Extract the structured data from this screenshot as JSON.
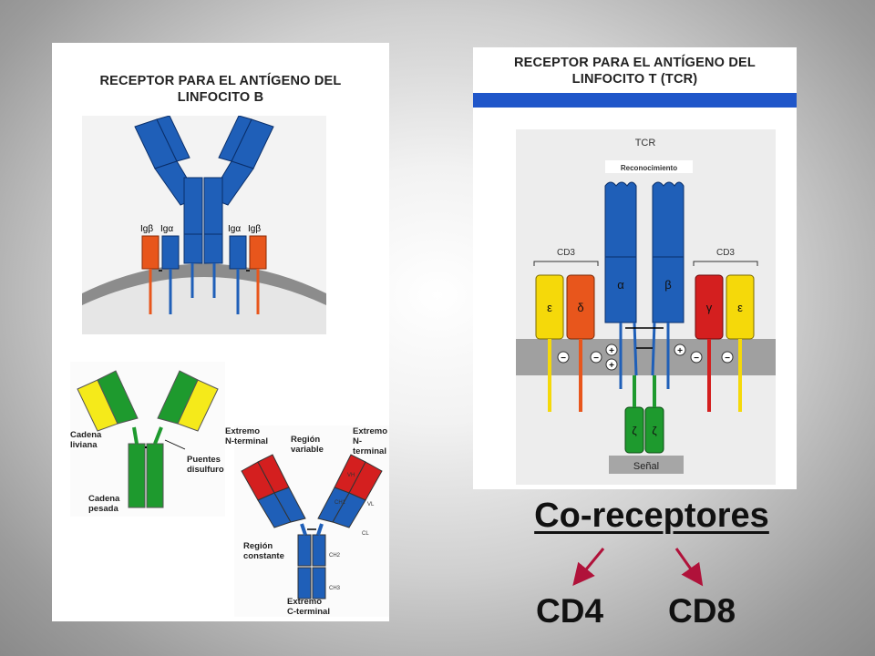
{
  "bcr": {
    "title_line1": "RECEPTOR PARA EL ANTÍGENO DEL",
    "title_line2": "LINFOCITO B",
    "labels": {
      "ig_b": "Igβ",
      "ig_a": "Igα"
    }
  },
  "antibody": {
    "cadena_liviana": [
      "Cadena",
      "liviana"
    ],
    "puentes_disulfuro": [
      "Puentes",
      "disulfuro"
    ],
    "cadena_pesada": [
      "Cadena",
      "pesada"
    ],
    "extremo_n_left": [
      "Extremo",
      "N-terminal"
    ],
    "region_variable": [
      "Región",
      "variable"
    ],
    "extremo_n_right": [
      "Extremo",
      "N-terminal"
    ],
    "region_constante": [
      "Región",
      "constante"
    ],
    "extremo_c": [
      "Extremo",
      "C-terminal"
    ],
    "domains": {
      "vh": "VH",
      "vl": "VL",
      "ch1": "CH1",
      "cl": "CL",
      "ch2": "CH2",
      "ch3": "CH3"
    }
  },
  "tcr": {
    "title_line1": "RECEPTOR PARA EL ANTÍGENO DEL",
    "title_line2": "LINFOCITO T (TCR)",
    "tcr_label": "TCR",
    "reconocimiento": "Reconocimiento",
    "cd3_left": "CD3",
    "cd3_right": "CD3",
    "chains": {
      "alpha": "α",
      "beta": "β",
      "epsilon": "ε",
      "delta": "δ",
      "gamma": "γ",
      "zeta": "ζ"
    },
    "charges": {
      "minus": "−",
      "plus": "+"
    },
    "senal": "Señal"
  },
  "coreceptores": {
    "title": "Co-receptores",
    "cd4": "CD4",
    "cd8": "CD8"
  },
  "colors": {
    "blue": "#1f5fb8",
    "orange": "#e8561c",
    "yellow": "#f5d90a",
    "green": "#1e9a2e",
    "red": "#d41f1f",
    "membrane": "#8a8a8a",
    "arrow": "#b0123a"
  }
}
